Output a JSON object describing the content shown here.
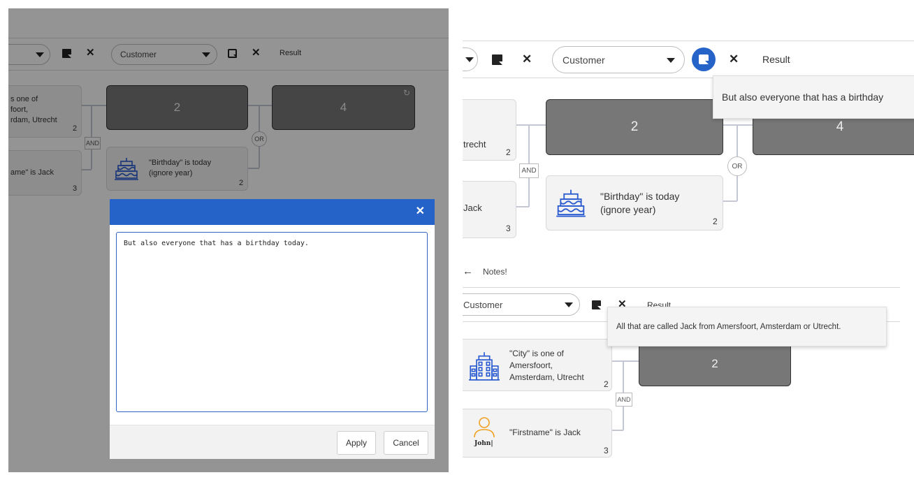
{
  "common": {
    "select_value": "Customer",
    "result_label": "Result",
    "and_label": "AND",
    "or_label": "OR",
    "result_count_2": "2",
    "result_count_4": "4",
    "birthday_text_1": "\"Birthday\" is today",
    "birthday_text_2": "(ignore year)",
    "birthday_count": "2"
  },
  "left": {
    "city_line_1": "s one of",
    "city_line_2": "foort,",
    "city_line_3": "rdam, Utrecht",
    "city_count": "2",
    "firstname_text": "ame\" is Jack",
    "firstname_count": "3",
    "modal": {
      "textarea_value": "But also everyone that has a birthday today.",
      "apply_label": "Apply",
      "cancel_label": "Cancel"
    }
  },
  "right": {
    "tooltip_top": "But also everyone that has a birthday",
    "city_partial": "trecht",
    "city_partial_count": "2",
    "jack_partial": "Jack",
    "jack_partial_count": "3",
    "notes_label": "Notes!",
    "tooltip_bottom": "All that are called Jack from Amersfoort, Amsterdam or Utrecht.",
    "city_line_1": "\"City\" is one of",
    "city_line_2": "Amersfoort,",
    "city_line_3": "Amsterdam, Utrecht",
    "city_count": "2",
    "firstname_text": "\"Firstname\" is Jack",
    "firstname_count": "3",
    "john_label": "John|",
    "result_count": "2"
  },
  "colors": {
    "accent": "#2563c9",
    "dark_box": "#777777",
    "connector": "#c3c8d4"
  }
}
